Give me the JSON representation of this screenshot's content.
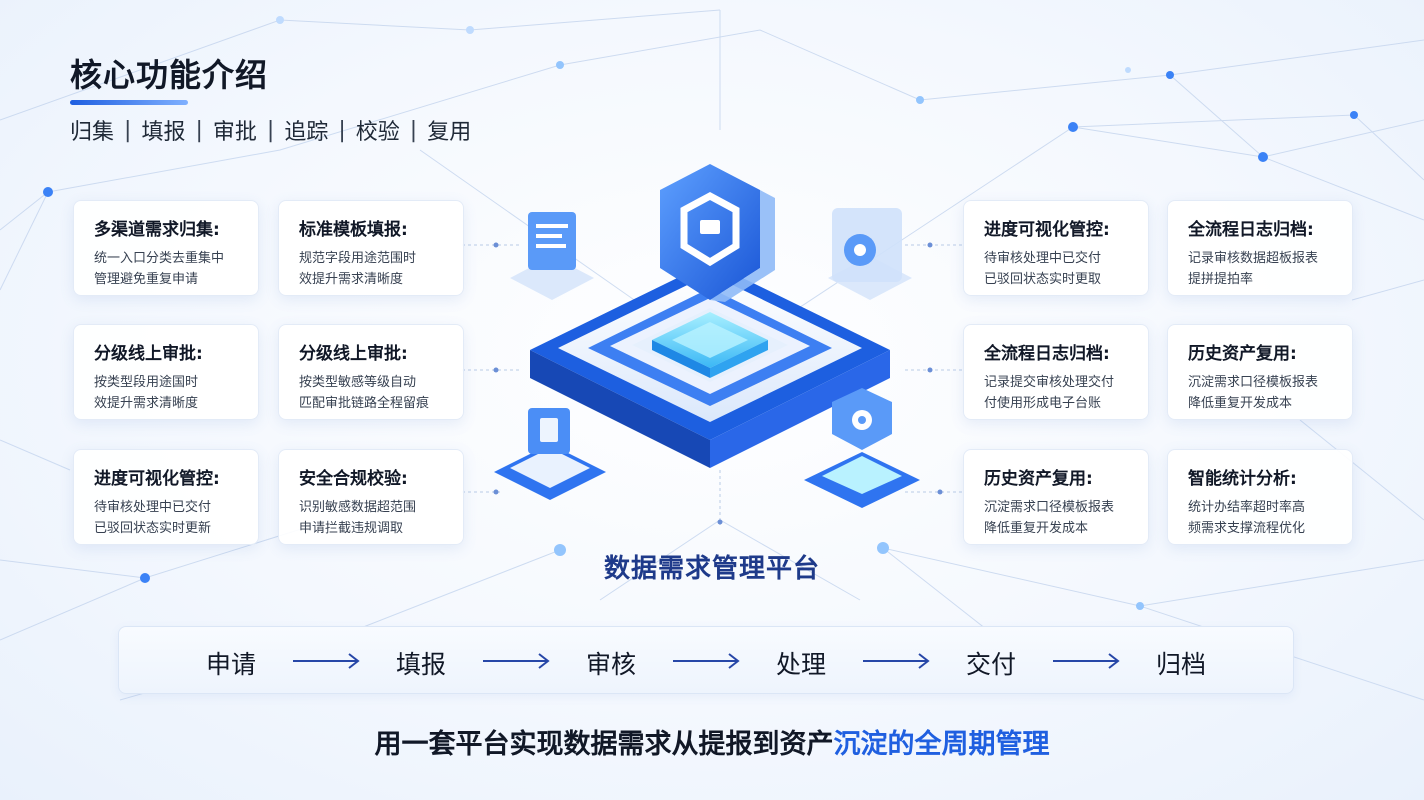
{
  "header": {
    "title": "核心功能介绍",
    "tagline": [
      "归集",
      "填报",
      "审批",
      "追踪",
      "校验",
      "复用"
    ],
    "separator": "|"
  },
  "cards_left": [
    {
      "title": "多渠道需求归集:",
      "lines": [
        "统一入口分类去重集中",
        "管理避免重复申请"
      ]
    },
    {
      "title": "标准模板填报:",
      "lines": [
        "规范字段用途范围时",
        "效提升需求清晰度"
      ]
    },
    {
      "title": "分级线上审批:",
      "lines": [
        "按类型段用途国时",
        "效提升需求清晰度"
      ]
    },
    {
      "title": "分级线上审批:",
      "lines": [
        "按类型敏感等级自动",
        "匹配审批链路全程留痕"
      ]
    },
    {
      "title": "进度可视化管控:",
      "lines": [
        "待审核处理中已交付",
        "已驳回状态实时更新"
      ]
    },
    {
      "title": "安全合规校验:",
      "lines": [
        "识别敏感数据超范围",
        "申请拦截违规调取"
      ]
    }
  ],
  "cards_right": [
    {
      "title": "进度可视化管控:",
      "lines": [
        "待审核处理中已交付",
        "已驳回状态实时更取"
      ]
    },
    {
      "title": "全流程日志归档:",
      "lines": [
        "记录审核数据超板报表",
        "提拼提拍率"
      ]
    },
    {
      "title": "全流程日志归档:",
      "lines": [
        "记录提交审核处理交付",
        "付使用形成电子台账"
      ]
    },
    {
      "title": "历史资产复用:",
      "lines": [
        "沉淀需求口径模板报表",
        "降低重复开发成本"
      ]
    },
    {
      "title": "历史资产复用:",
      "lines": [
        "沉淀需求口径模板报表",
        "降低重复开发成本"
      ]
    },
    {
      "title": "智能统计分析:",
      "lines": [
        "统计办结率超时率高",
        "频需求支撑流程优化"
      ]
    }
  ],
  "platform": {
    "name": "数据需求管理平台"
  },
  "flow": {
    "steps": [
      "申请",
      "填报",
      "审核",
      "处理",
      "交付",
      "归档"
    ]
  },
  "slogan": {
    "main": "用一套平台实现数据需求从提报到资产",
    "highlight": "沉淀的全周期管理"
  },
  "colors": {
    "accent": "#1f5fe0",
    "platform_blue": "#2f74f0",
    "title_dark": "#1e3a8a"
  }
}
